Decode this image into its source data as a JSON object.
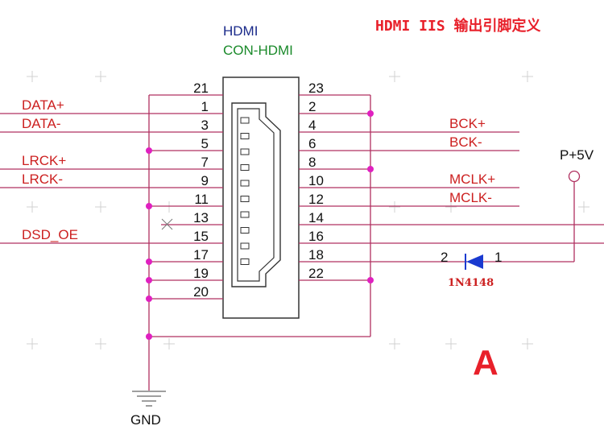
{
  "title": "HDMI IIS 输出引脚定义",
  "connector": {
    "name": "HDMI",
    "part": "CON-HDMI"
  },
  "left_pins": [
    "21",
    "1",
    "3",
    "5",
    "7",
    "9",
    "11",
    "13",
    "15",
    "17",
    "19",
    "20"
  ],
  "right_pins": [
    "23",
    "2",
    "4",
    "6",
    "8",
    "10",
    "12",
    "14",
    "16",
    "18",
    "22"
  ],
  "left_signals": [
    "DATA+",
    "DATA-",
    "LRCK+",
    "LRCK-",
    "DSD_OE"
  ],
  "right_signals": [
    "BCK+",
    "BCK-",
    "MCLK+",
    "MCLK-"
  ],
  "power": "P+5V",
  "ground": "GND",
  "diode": {
    "part": "1N4148",
    "pin_anode": "2",
    "pin_cathode": "1"
  },
  "corner_mark": "A",
  "colors": {
    "net": "#b03060",
    "dot": "#e020c0",
    "signal_text": "#cc1f1f",
    "title": "#e8202a",
    "conn_name": "#1a2a8a",
    "conn_part": "#1a8a2a",
    "diode": "#1a3ad0",
    "grid": "#c8c8c8"
  }
}
